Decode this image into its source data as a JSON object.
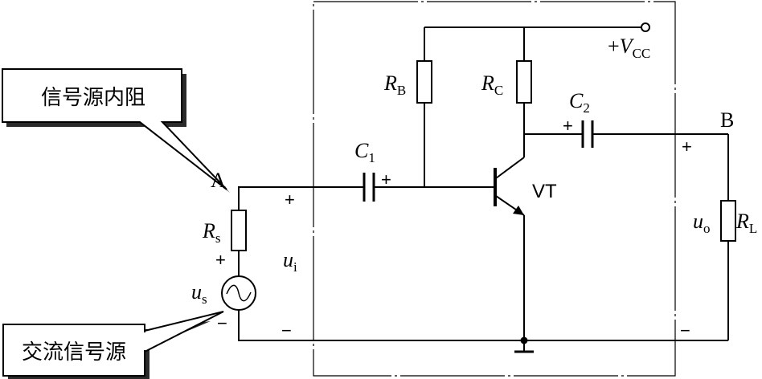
{
  "callouts": {
    "top": "信号源内阻",
    "bottom": "交流信号源"
  },
  "nodes": {
    "a": "A",
    "b": "B"
  },
  "components": {
    "rs": {
      "main": "R",
      "sub": "s"
    },
    "rb": {
      "main": "R",
      "sub": "B"
    },
    "rc": {
      "main": "R",
      "sub": "C"
    },
    "rl": {
      "main": "R",
      "sub": "L"
    },
    "c1": {
      "main": "C",
      "sub": "1"
    },
    "c2": {
      "main": "C",
      "sub": "2"
    },
    "vt": "VT",
    "vcc": {
      "prefix": "+",
      "main": "V",
      "sub": "CC"
    }
  },
  "signals": {
    "us": {
      "main": "u",
      "sub": "s"
    },
    "ui": {
      "main": "u",
      "sub": "i"
    },
    "uo": {
      "main": "u",
      "sub": "o"
    }
  },
  "polarity": {
    "plus": "+",
    "minus": "−"
  }
}
